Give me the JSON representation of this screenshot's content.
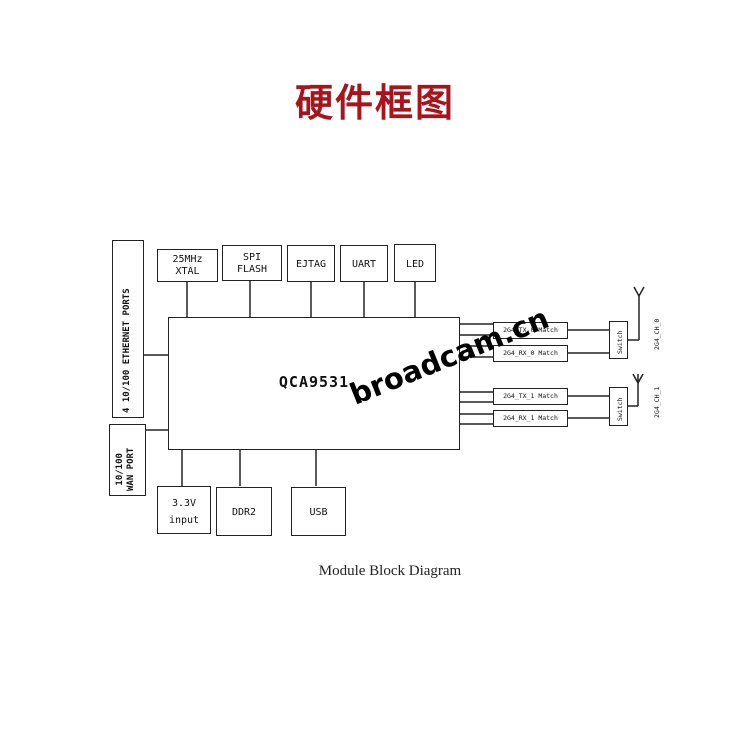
{
  "title": "硬件框图",
  "blocks": {
    "chip": "QCA9531",
    "xtal": "25MHz\nXTAL",
    "spi": "SPI\nFLASH",
    "ejtag": "EJTAG",
    "uart": "UART",
    "led": "LED",
    "power": "3.3V\ninput",
    "ddr": "DDR2",
    "usb": "USB",
    "eth_ports": "4 10/100 ETHERNET PORTS",
    "wan_port": "10/100\nWAN PORT"
  },
  "rf": {
    "tx0": "2G4_TX_0 Match",
    "rx0": "2G4_RX_0 Match",
    "tx1": "2G4_TX_1 Match",
    "rx1": "2G4_RX_1 Match",
    "switch_label": "Switch",
    "ch0": "2G4_CH_0",
    "ch1": "2G4_CH_1"
  },
  "caption": "Module Block Diagram",
  "watermark": "broadcam.cn",
  "colors": {
    "title": "#a8141c",
    "lines": "#222222"
  }
}
